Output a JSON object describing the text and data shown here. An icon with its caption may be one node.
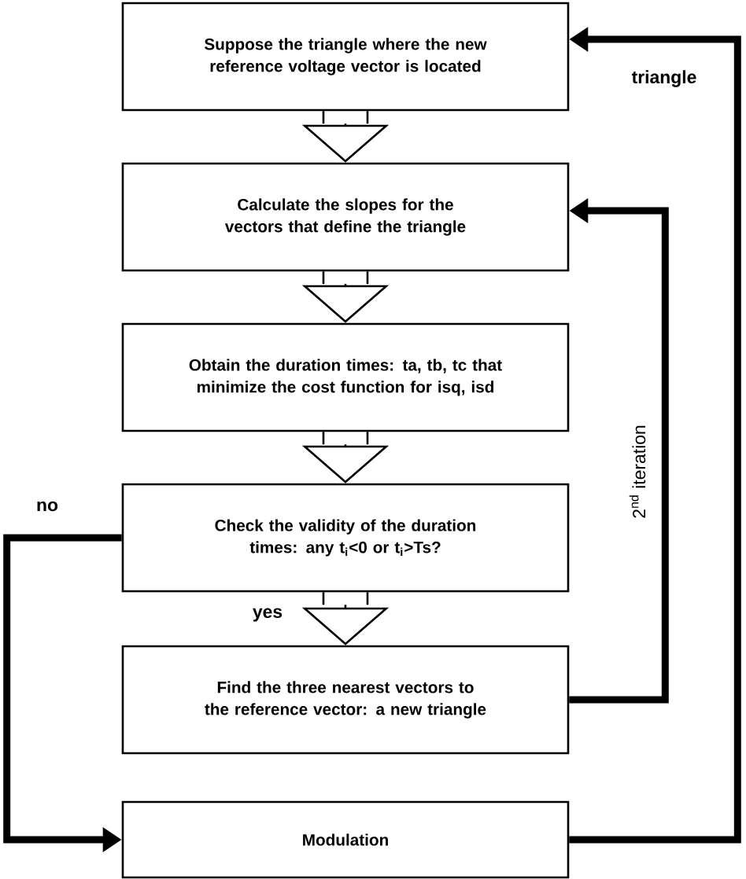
{
  "diagram": {
    "nodes": [
      {
        "text": [
          "Suppose the triangle where the new reference voltage vector is located"
        ]
      },
      {
        "text": [
          "Calculate the slopes for the vectors that define the triangle"
        ]
      },
      {
        "text": [
          "Obtain the duration times: ta, tb, tc that minimize the cost function for isq, isd"
        ]
      },
      {
        "text": [
          "Check the validity of the duration times: any t$_{i}$<0 or t$_{i}$>Ts?"
        ]
      },
      {
        "text": [
          "Find the three nearest vectors to the reference vector: a new triangle"
        ]
      },
      {
        "text": [
          "Modulation"
        ]
      }
    ],
    "edges": [
      {
        "from": 0,
        "to": 1,
        "arrow": "to"
      },
      {
        "from": 1,
        "to": 2,
        "arrow": "to"
      },
      {
        "from": 2,
        "to": 3,
        "arrow": "to"
      },
      {
        "from": 3,
        "to": 4,
        "arrow": "to",
        "label": "yes"
      },
      {
        "from": 3,
        "to": 5,
        "arrow": "to",
        "label": "no",
        "style": "thick"
      },
      {
        "from": 4,
        "to": 1,
        "arrow": "to",
        "label": "2$^{nd}$ iteration",
        "style": "thick"
      },
      {
        "from": 5,
        "to": 0,
        "arrow": "to",
        "label": "triangle",
        "style": "thick"
      }
    ]
  }
}
